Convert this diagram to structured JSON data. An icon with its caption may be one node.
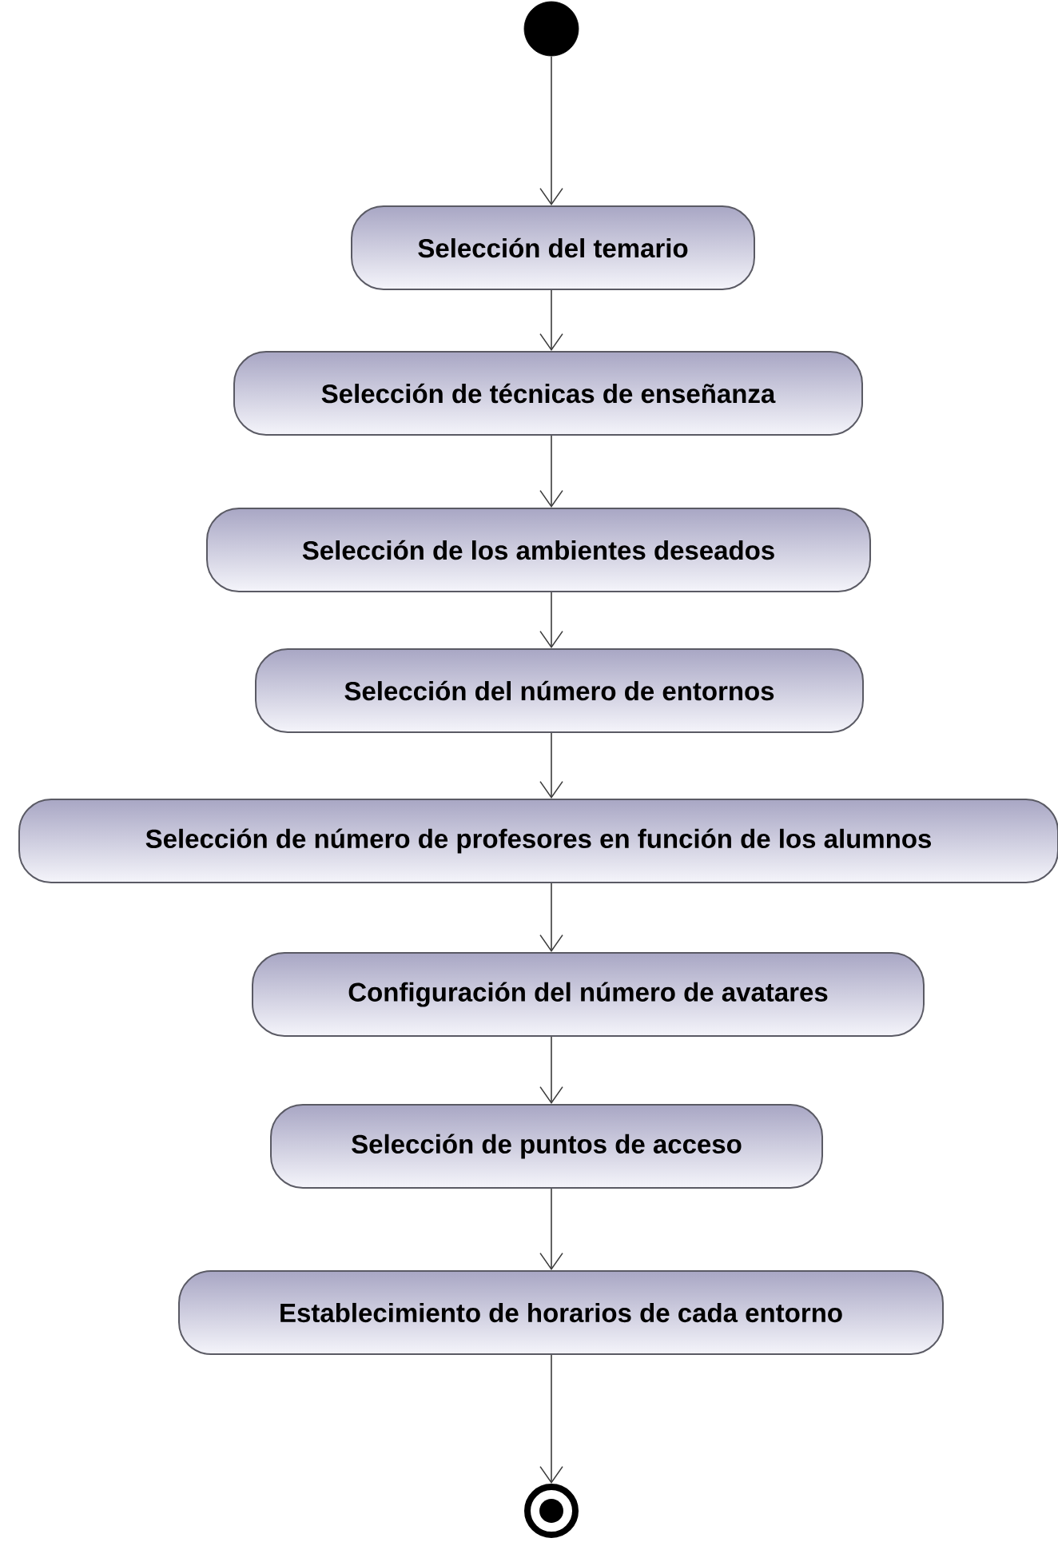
{
  "diagram": {
    "nodes": [
      {
        "text": [],
        "shape": "circle"
      },
      {
        "text": [
          "Selección del temario"
        ]
      },
      {
        "text": [
          "Selección de técnicas de enseñanza"
        ]
      },
      {
        "text": [
          "Selección de los ambientes deseados"
        ]
      },
      {
        "text": [
          "Selección del número de entornos"
        ]
      },
      {
        "text": [
          "Selección de número de profesores en función de los alumnos"
        ]
      },
      {
        "text": [
          "Configuración del número de avatares"
        ]
      },
      {
        "text": [
          "Selección de puntos de acceso"
        ]
      },
      {
        "text": [
          "Establecimiento de horarios de cada entorno"
        ]
      },
      {
        "text": [],
        "shape": "bullseye"
      }
    ],
    "edges": [
      {
        "from": 0,
        "to": 1,
        "arrow": "to"
      },
      {
        "from": 1,
        "to": 2,
        "arrow": "to"
      },
      {
        "from": 2,
        "to": 3,
        "arrow": "to"
      },
      {
        "from": 3,
        "to": 4,
        "arrow": "to"
      },
      {
        "from": 4,
        "to": 5,
        "arrow": "to"
      },
      {
        "from": 5,
        "to": 6,
        "arrow": "to"
      },
      {
        "from": 6,
        "to": 7,
        "arrow": "to"
      },
      {
        "from": 7,
        "to": 8,
        "arrow": "to"
      },
      {
        "from": 8,
        "to": 9,
        "arrow": "to"
      }
    ]
  }
}
